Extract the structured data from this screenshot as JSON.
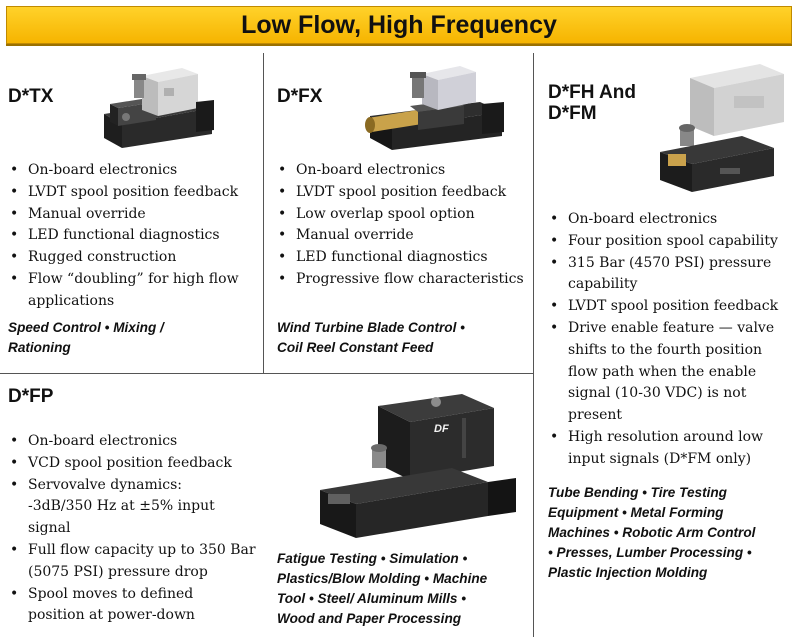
{
  "banner": {
    "title": "Low Flow, High Frequency"
  },
  "panels": {
    "dtx": {
      "title": "D*TX",
      "features": [
        "On-board electronics",
        "LVDT spool position feedback",
        "Manual override",
        "LED functional diagnostics",
        "Rugged construction",
        "Flow “doubling” for high flow",
        "applications"
      ],
      "applications": [
        "Speed Control • Mixing /",
        "Rationing"
      ]
    },
    "dfx": {
      "title": "D*FX",
      "features": [
        "On-board electronics",
        "LVDT spool position feedback",
        "Low overlap spool option",
        "Manual override",
        "LED functional diagnostics",
        "Progressive flow characteristics"
      ],
      "applications": [
        "Wind Turbine Blade Control •",
        "Coil Reel Constant Feed"
      ]
    },
    "dfh": {
      "title_lines": [
        "D*FH And",
        "D*FM"
      ],
      "features": [
        "On-board electronics",
        "Four position spool capability",
        "315 Bar (4570 PSI) pressure",
        "capability",
        "LVDT spool position feedback",
        "Drive enable feature — valve",
        "shifts to the fourth position",
        "flow path when the enable",
        "signal (10-30 VDC)  is not",
        "present",
        "High resolution around low",
        "input signals (D*FM only)"
      ],
      "applications": [
        "Tube Bending • Tire Testing",
        "Equipment • Metal Forming",
        "Machines •  Robotic Arm Control",
        "• Presses, Lumber Processing •",
        "Plastic Injection Molding"
      ]
    },
    "dfp": {
      "title": "D*FP",
      "features": [
        "On-board electronics",
        "VCD spool position feedback",
        "Servovalve dynamics:",
        "-3dB/350 Hz at ±5% input",
        "signal",
        "Full flow capacity up to 350 Bar",
        "(5075 PSI) pressure drop",
        "Spool moves to defined",
        "position at power-down"
      ],
      "applications": [
        "Fatigue Testing • Simulation •",
        "Plastics/Blow Molding • Machine",
        "Tool • Steel/ Aluminum Mills •",
        "Wood and Paper Processing"
      ],
      "logo_text": "DF"
    }
  }
}
